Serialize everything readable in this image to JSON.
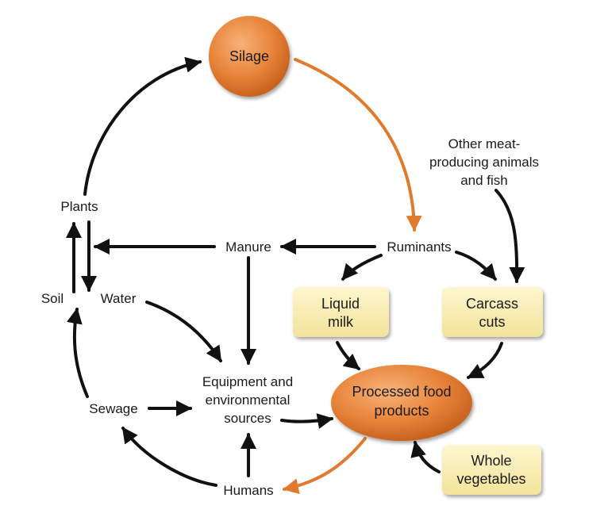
{
  "nodes": {
    "silage": "Silage",
    "other_animals": [
      "Other meat-",
      "producing animals",
      "and fish"
    ],
    "plants": "Plants",
    "manure": "Manure",
    "ruminants": "Ruminants",
    "soil": "Soil",
    "water": "Water",
    "liquid_milk": [
      "Liquid",
      "milk"
    ],
    "carcass_cuts": [
      "Carcass",
      "cuts"
    ],
    "equipment": [
      "Equipment and",
      "environmental",
      "sources"
    ],
    "processed": [
      "Processed food",
      "products"
    ],
    "sewage": "Sewage",
    "humans": "Humans",
    "whole_vegetables": [
      "Whole",
      "vegetables"
    ]
  },
  "colors": {
    "orange_arrow": "#e07b2e",
    "arrow": "#111111",
    "circle_fill": "#e8843a",
    "box_fill": "#f8eba8"
  }
}
